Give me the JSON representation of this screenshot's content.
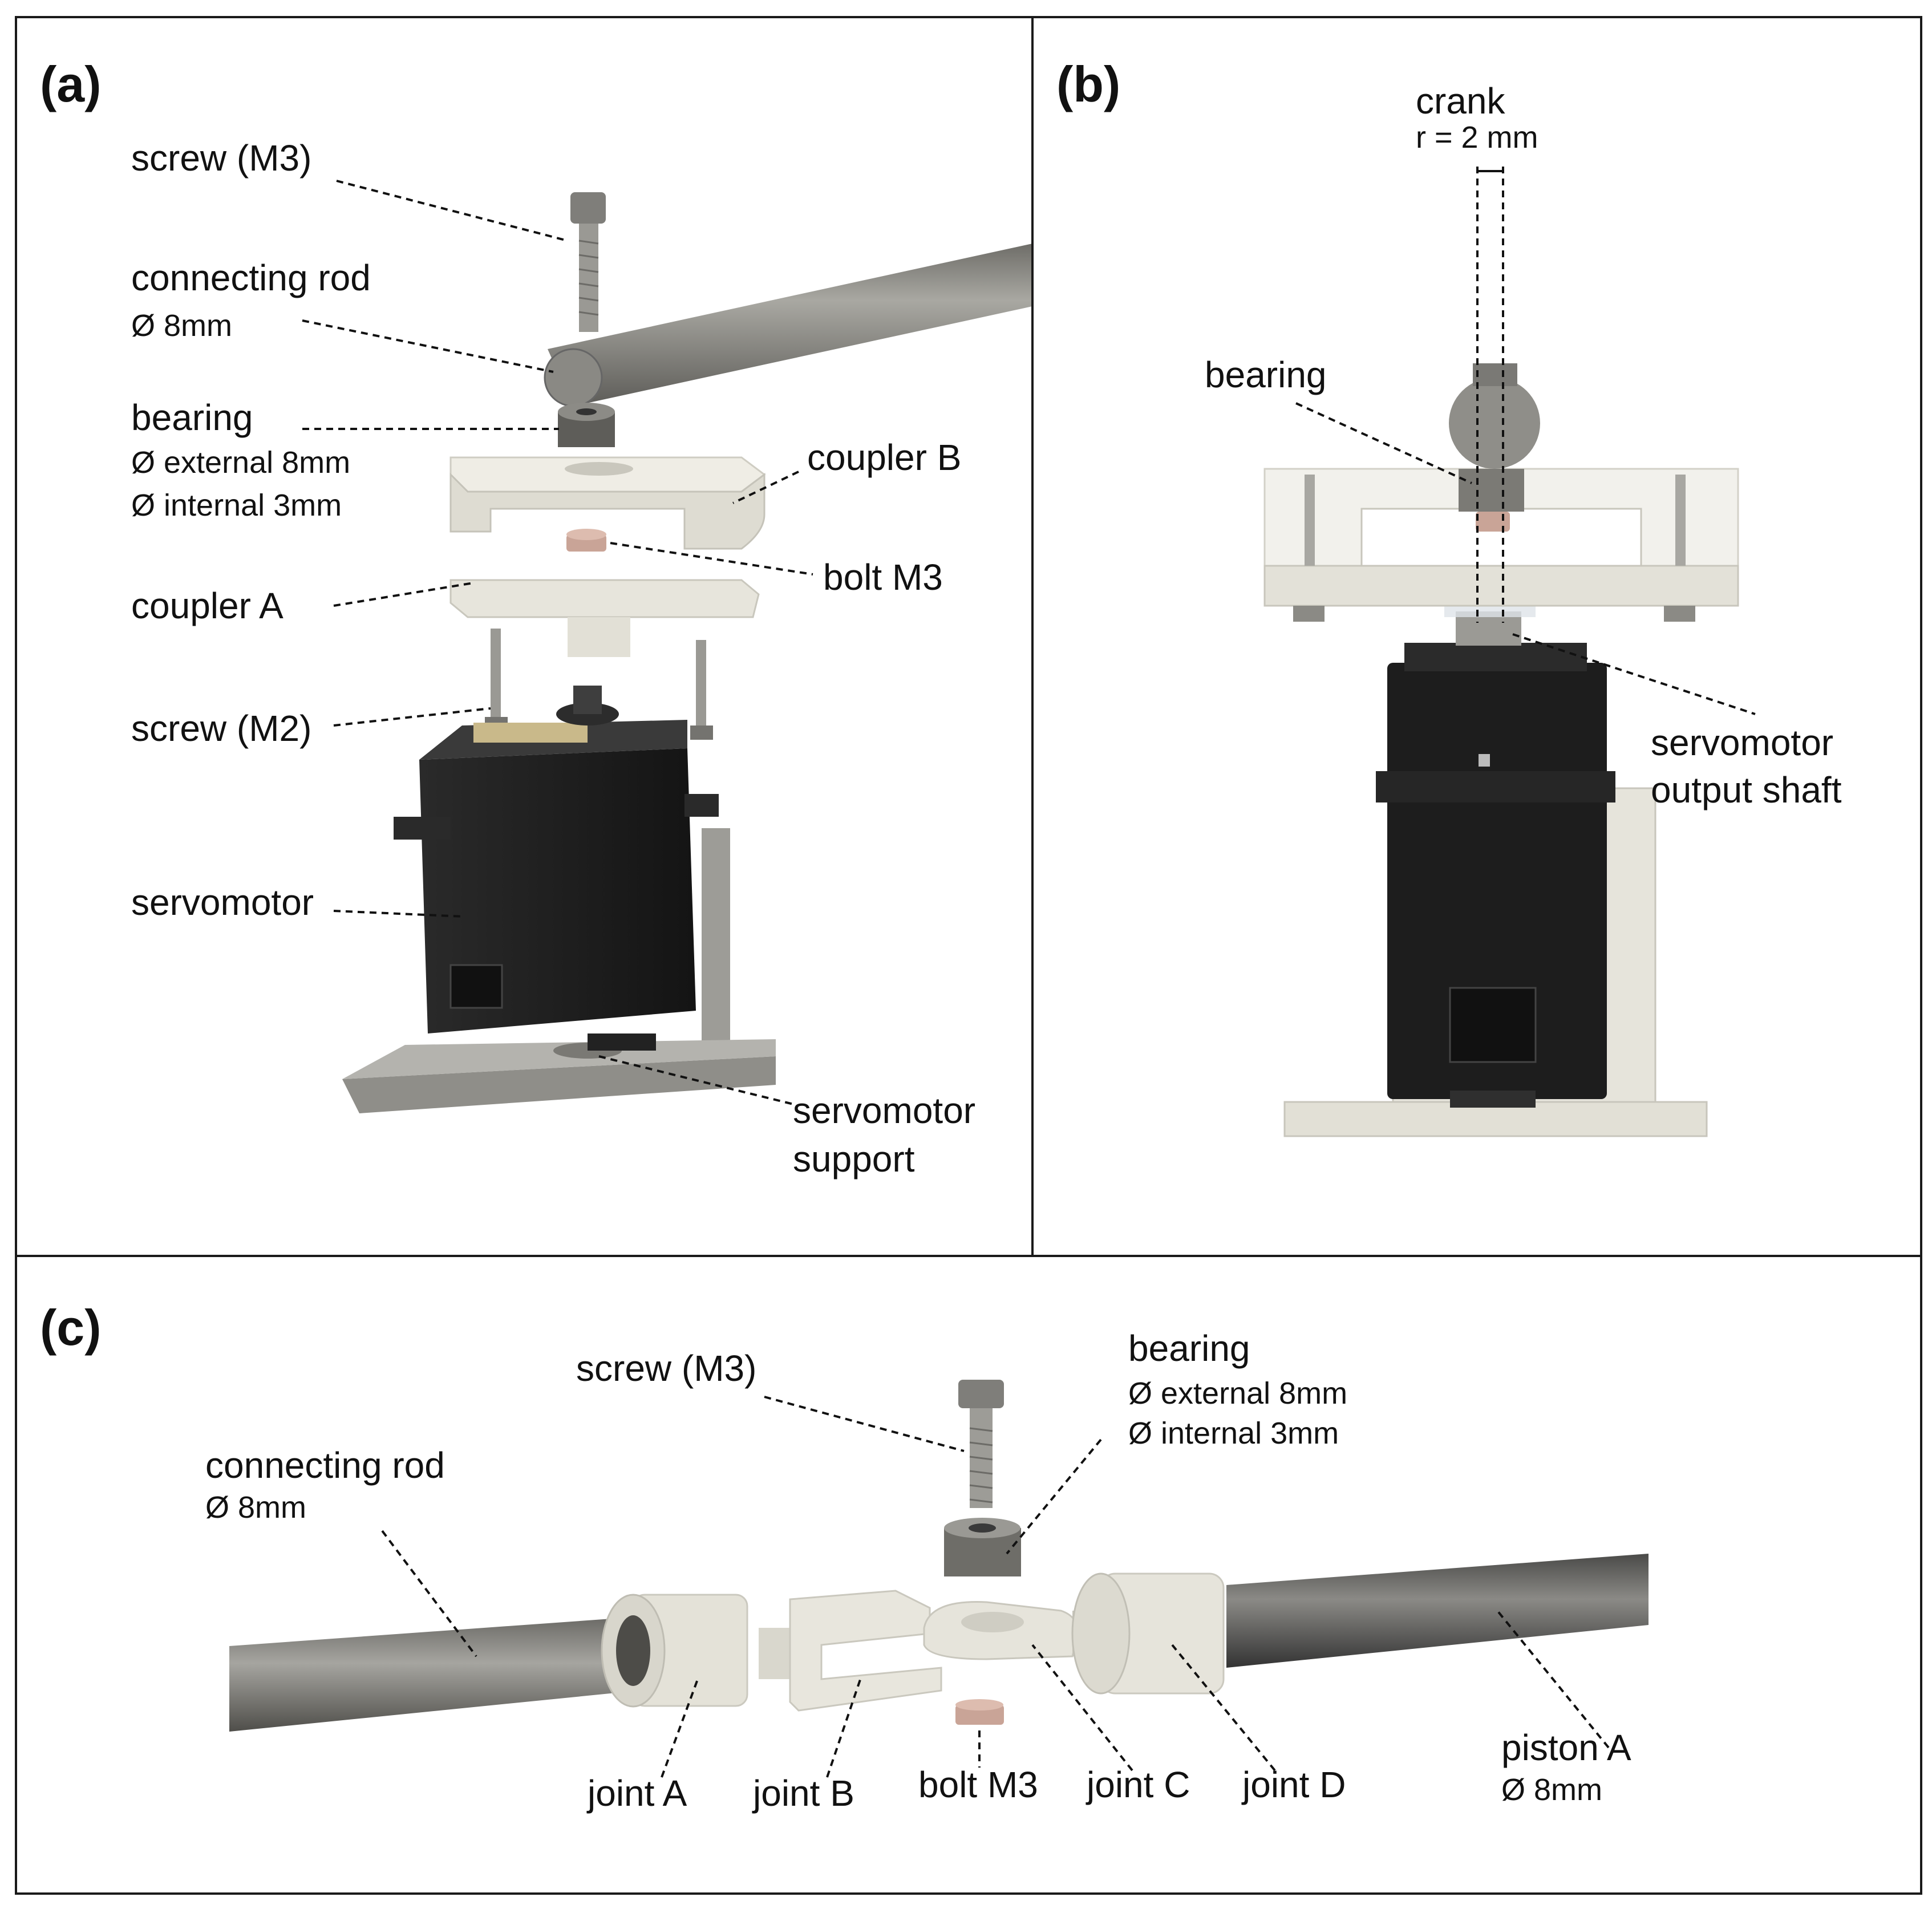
{
  "panel_a": {
    "tag": "(a)",
    "screw_m3": "screw (M3)",
    "connecting_rod": "connecting rod",
    "connecting_rod_dim": "Ø 8mm",
    "bearing": "bearing",
    "bearing_ext": "Ø external 8mm",
    "bearing_int": "Ø internal 3mm",
    "coupler_b": "coupler B",
    "bolt_m3": "bolt M3",
    "coupler_a": "coupler A",
    "screw_m2": "screw (M2)",
    "servomotor": "servomotor",
    "support_1": "servomotor",
    "support_2": "support"
  },
  "panel_b": {
    "tag": "(b)",
    "crank": "crank",
    "crank_r": "r = 2 mm",
    "bearing": "bearing",
    "shaft_1": "servomotor",
    "shaft_2": "output shaft"
  },
  "panel_c": {
    "tag": "(c)",
    "screw_m3": "screw (M3)",
    "bearing": "bearing",
    "bearing_ext": "Ø external 8mm",
    "bearing_int": "Ø internal 3mm",
    "connecting_rod": "connecting rod",
    "connecting_rod_dim": "Ø 8mm",
    "joint_a": "joint A",
    "joint_b": "joint B",
    "bolt_m3": "bolt M3",
    "joint_c": "joint C",
    "joint_d": "joint D",
    "piston_a": "piston A",
    "piston_a_dim": "Ø 8mm"
  },
  "colors": {
    "metal": "#8f8e88",
    "plastic": "#e4e2d8",
    "servo": "#1e1e1e",
    "bolt": "#c9a497"
  }
}
